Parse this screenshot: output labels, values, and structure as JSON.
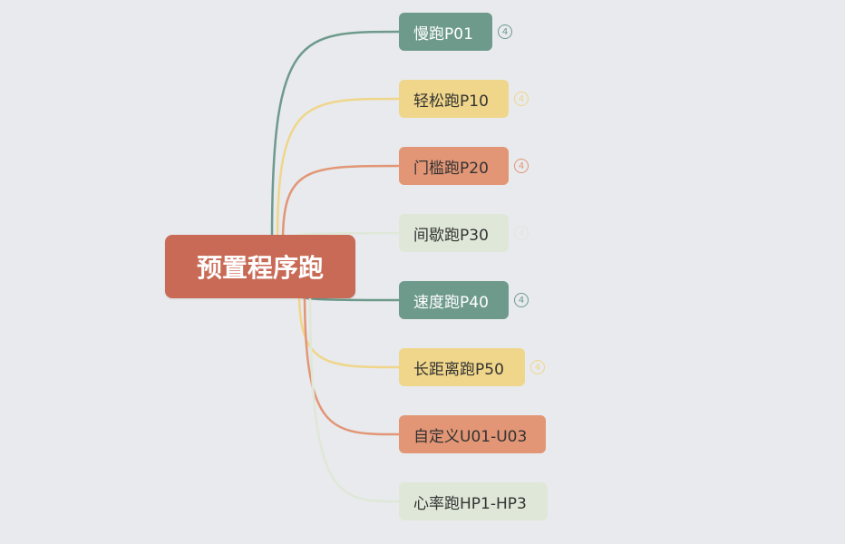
{
  "root": {
    "label": "预置程序跑",
    "color": "#c96a56"
  },
  "branches": [
    {
      "label": "慢跑P01",
      "badge": "4",
      "color": "#6e9a8c",
      "text_color": "#ffffff"
    },
    {
      "label": "轻松跑P10",
      "badge": "4",
      "color": "#f0d68a",
      "text_color": "#333333"
    },
    {
      "label": "门槛跑P20",
      "badge": "4",
      "color": "#e29676",
      "text_color": "#333333"
    },
    {
      "label": "间歇跑P30",
      "badge": "4",
      "color": "#dfe8d8",
      "text_color": "#333333"
    },
    {
      "label": "速度跑P40",
      "badge": "4",
      "color": "#6e9a8c",
      "text_color": "#ffffff"
    },
    {
      "label": "长距离跑P50",
      "badge": "4",
      "color": "#f0d68a",
      "text_color": "#333333"
    },
    {
      "label": "自定义U01-U03",
      "badge": "",
      "color": "#e29676",
      "text_color": "#333333"
    },
    {
      "label": "心率跑HP1-HP3",
      "badge": "",
      "color": "#dfe8d8",
      "text_color": "#333333"
    }
  ]
}
